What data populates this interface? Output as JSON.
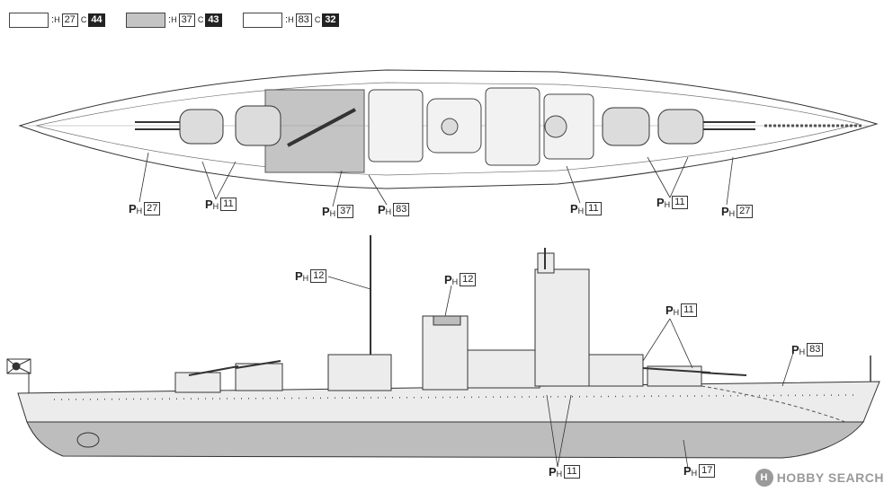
{
  "legend": [
    {
      "swatch_color": "#ffffff",
      "colon": ":",
      "h_prefix": "H",
      "h_code": "27",
      "c_prefix": "C",
      "c_code": "44"
    },
    {
      "swatch_color": "#c4c4c4",
      "colon": ":",
      "h_prefix": "H",
      "h_code": "37",
      "c_prefix": "C",
      "c_code": "43"
    },
    {
      "swatch_color": "#ffffff",
      "colon": ":",
      "h_prefix": "H",
      "h_code": "83",
      "c_prefix": "C",
      "c_code": "32"
    }
  ],
  "callouts": {
    "top_bow": {
      "p": "P",
      "h": "H",
      "num": "27"
    },
    "top_turret_fwd": {
      "p": "P",
      "h": "H",
      "num": "11"
    },
    "top_deck_grey": {
      "p": "P",
      "h": "H",
      "num": "37"
    },
    "top_deck_mid": {
      "p": "P",
      "h": "H",
      "num": "83"
    },
    "top_turret_aft1": {
      "p": "P",
      "h": "H",
      "num": "11"
    },
    "top_turret_aft2": {
      "p": "P",
      "h": "H",
      "num": "11"
    },
    "top_stern": {
      "p": "P",
      "h": "H",
      "num": "27"
    },
    "side_mast": {
      "p": "P",
      "h": "H",
      "num": "12"
    },
    "side_funnel": {
      "p": "P",
      "h": "H",
      "num": "12"
    },
    "side_turrets": {
      "p": "P",
      "h": "H",
      "num": "11"
    },
    "side_hull_upper": {
      "p": "P",
      "h": "H",
      "num": "83"
    },
    "side_hull_mid": {
      "p": "P",
      "h": "H",
      "num": "11"
    },
    "side_hull_lower": {
      "p": "P",
      "h": "H",
      "num": "17"
    }
  },
  "colors": {
    "hull_light": "#ececec",
    "hull_lower": "#bdbdbd",
    "deck_grey": "#c4c4c4",
    "line": "#333333"
  },
  "watermark": {
    "logo_letter": "H",
    "text": "HOBBY SEARCH"
  }
}
